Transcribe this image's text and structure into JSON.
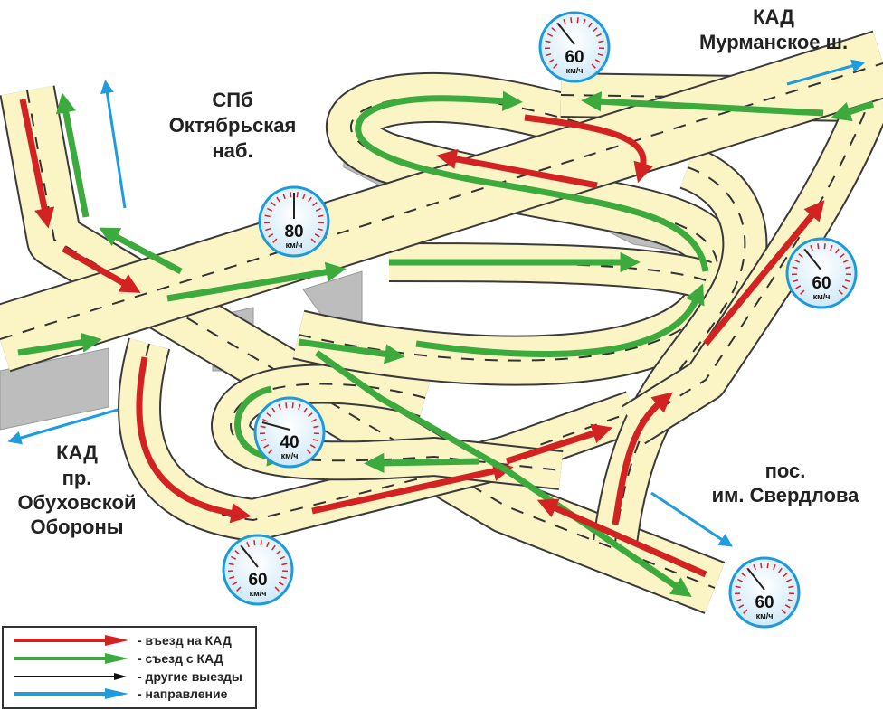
{
  "labels": {
    "spb": [
      "СПб",
      "Октябрьская",
      "наб."
    ],
    "kad_murmansk": [
      "КАД",
      "Мурманское ш."
    ],
    "kad_obukhov": [
      "КАД",
      "пр.",
      "Обуховской",
      "Обороны"
    ],
    "sverdlov": [
      "пос.",
      "им. Свердлова"
    ]
  },
  "gauges": [
    {
      "value": "80",
      "unit": "км/ч"
    },
    {
      "value": "60",
      "unit": "км/ч"
    },
    {
      "value": "60",
      "unit": "км/ч"
    },
    {
      "value": "40",
      "unit": "км/ч"
    },
    {
      "value": "60",
      "unit": "км/ч"
    },
    {
      "value": "60",
      "unit": "км/ч"
    }
  ],
  "legend": [
    {
      "label": "- въезд на КАД",
      "color": "#d32222"
    },
    {
      "label": "- съезд с КАД",
      "color": "#3daa3d"
    },
    {
      "label": "- другие выезды",
      "color": "#111111"
    },
    {
      "label": "- направление",
      "color": "#1f9be0"
    }
  ],
  "colors": {
    "road": "#fbf5c6",
    "gauge_ring": "#1e9ad8"
  }
}
